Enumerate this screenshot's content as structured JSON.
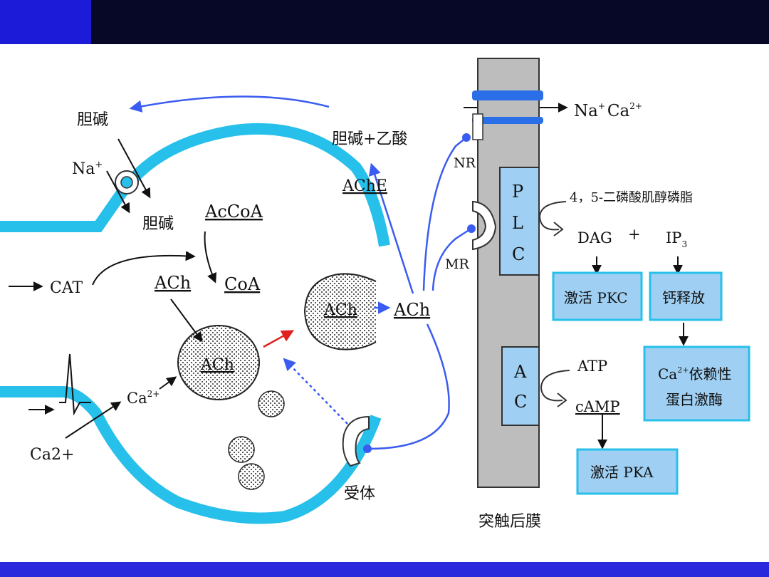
{
  "labels": {
    "choline_top": "胆碱",
    "na": "Na",
    "na_sup": "+",
    "choline_mid": "胆碱",
    "accoa": "AcCoA",
    "cat": "CAT",
    "ach_synth": "ACh",
    "coa": "CoA",
    "ach_vesicle": "ACh",
    "ca_inner": "Ca",
    "ca_inner_sup": "2+",
    "ca_outer": "Ca2+",
    "choline_acetate": "胆碱+乙酸",
    "ache": "AChE",
    "ach_fusing": "ACh",
    "ach_cleft": "ACh",
    "receptor": "受体",
    "nr": "NR",
    "mr": "MR",
    "na_ca": "Na",
    "na_ca_sup1": "+",
    "na_ca_ca": "Ca",
    "na_ca_sup2": "2+",
    "plc": [
      "P",
      "L",
      "C"
    ],
    "ip_chain": "4，5-二磷酸肌醇磷脂",
    "dag": "DAG",
    "plus": "+",
    "ip3": "IP",
    "ip3_sub": "3",
    "pkc": "激活 PKC",
    "ca_release": "钙释放",
    "cam_line1": "Ca",
    "cam_sup": "2+",
    "cam_line1_rest": "依赖性",
    "cam_line2": "蛋白激酶",
    "ac": [
      "A",
      "C"
    ],
    "atp": "ATP",
    "camp": "cAMP",
    "pka": "激活 PKA",
    "postsynaptic": "突触后膜"
  },
  "colors": {
    "header": "#070828",
    "header_accent": "#1c1cd8",
    "footer": "#2a2adc",
    "membrane": "#27c0ea",
    "arrow_blue": "#3a5cf0",
    "box_fill": "#9fcff2",
    "box_stroke": "#27c0ea",
    "postsyn_fill": "#bdbdbd",
    "channel": "#2a6ee8",
    "red_arrow": "#e02020"
  }
}
